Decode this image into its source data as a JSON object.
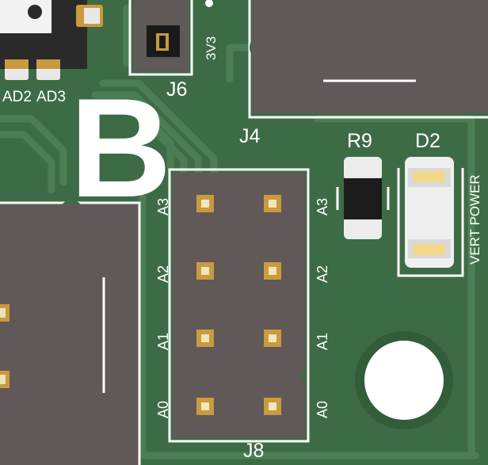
{
  "board": {
    "colors": {
      "soldermask": "#3d6b45",
      "trace": "#4a7d52",
      "silkscreen": "#ffffff",
      "connector_body": "#615957",
      "pad_gold": "#c99a3e"
    },
    "labels": {
      "big_letter": "B",
      "ad2": "AD2",
      "ad3": "AD3",
      "j6": "J6",
      "j6_pin": "3V3",
      "j4": "J4",
      "r9": "R9",
      "d2": "D2",
      "vert_power": "VERT POWER",
      "j8": "J8"
    },
    "j8_left_labels": [
      "A3",
      "A2",
      "A1",
      "A0"
    ],
    "j8_right_labels": [
      "A3",
      "A2",
      "A1",
      "A0"
    ]
  }
}
